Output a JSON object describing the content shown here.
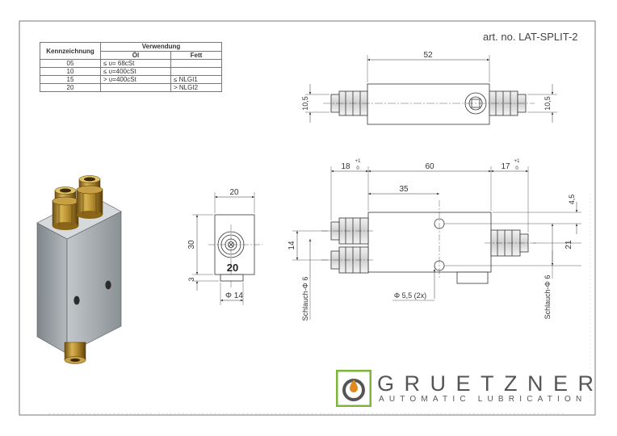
{
  "article": {
    "label": "art. no. LAT-SPLIT-2"
  },
  "table": {
    "header_code": "Kennzeichnung",
    "header_use": "Verwendung",
    "header_oil": "Öl",
    "header_grease": "Fett",
    "rows": [
      {
        "code": "05",
        "oil": "≤ υ= 68cSt",
        "grease": ""
      },
      {
        "code": "10",
        "oil": "≤ υ=400cSt",
        "grease": ""
      },
      {
        "code": "15",
        "oil": "> υ=400cSt",
        "grease": "≤ NLGI1"
      },
      {
        "code": "20",
        "oil": "",
        "grease": "> NLGI2"
      }
    ]
  },
  "top_view": {
    "width_dim": "52",
    "left_height_dim": "10,5",
    "right_height_dim": "10,5"
  },
  "side_view": {
    "width_dim": "20",
    "height_dim": "30",
    "bottom_dim": "3",
    "diameter_dim": "Φ 14",
    "marking": "20"
  },
  "front_view": {
    "left_dim": "18",
    "left_tol_upper": "+1",
    "left_tol_lower": "0",
    "body_dim": "60",
    "right_dim": "17",
    "right_tol_upper": "+1",
    "right_tol_lower": "0",
    "hole_dim": "35",
    "right_top_dim": "4,5",
    "right_height_dim": "21",
    "left_spacing_dim": "14",
    "hole_diameter": "Φ 5,5 (2x)",
    "hose_left": "Schlauch-Φ 6",
    "hose_right": "Schlauch-Φ 6"
  },
  "brand": {
    "name": "GRUETZNER",
    "tagline": "AUTOMATIC LUBRICATION"
  },
  "colors": {
    "logo_green": "#7fb43a",
    "logo_orange": "#e08a1e",
    "brass": "#b48a2c",
    "steel": "#9aa0a4"
  }
}
